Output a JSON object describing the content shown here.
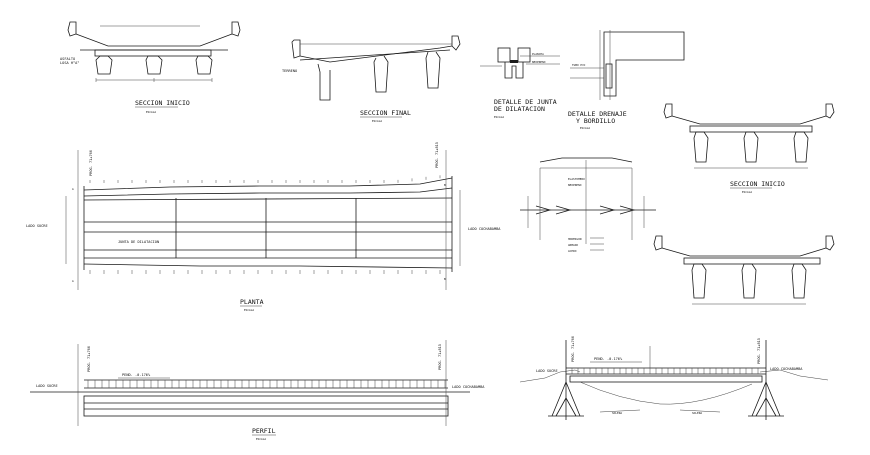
{
  "labels": {
    "seccion_inicio_top": "SECCION INICIO",
    "seccion_inicio_right": "SECCION INICIO",
    "seccion_final": "SECCION FINAL",
    "detalle_junta_1": "DETALLE DE JUNTA",
    "detalle_junta_2": "DE DILATACION",
    "detalle_drenaje_1": "DETALLE DRENAJE",
    "detalle_drenaje_2": "Y BORDILLO",
    "planta": "PLANTA",
    "perfil": "PERFIL",
    "lado_sucre": "LADO SUCRE",
    "lado_cochabamba": "LADO COCHABAMBA",
    "progresiva_a": "PROG. 71+760",
    "progresiva_b": "PROG. 71+815",
    "pend": "PEND. -0.176%",
    "escala": "ESCALA"
  },
  "colors": {
    "line": "#1a1a1a",
    "background": "#ffffff"
  }
}
